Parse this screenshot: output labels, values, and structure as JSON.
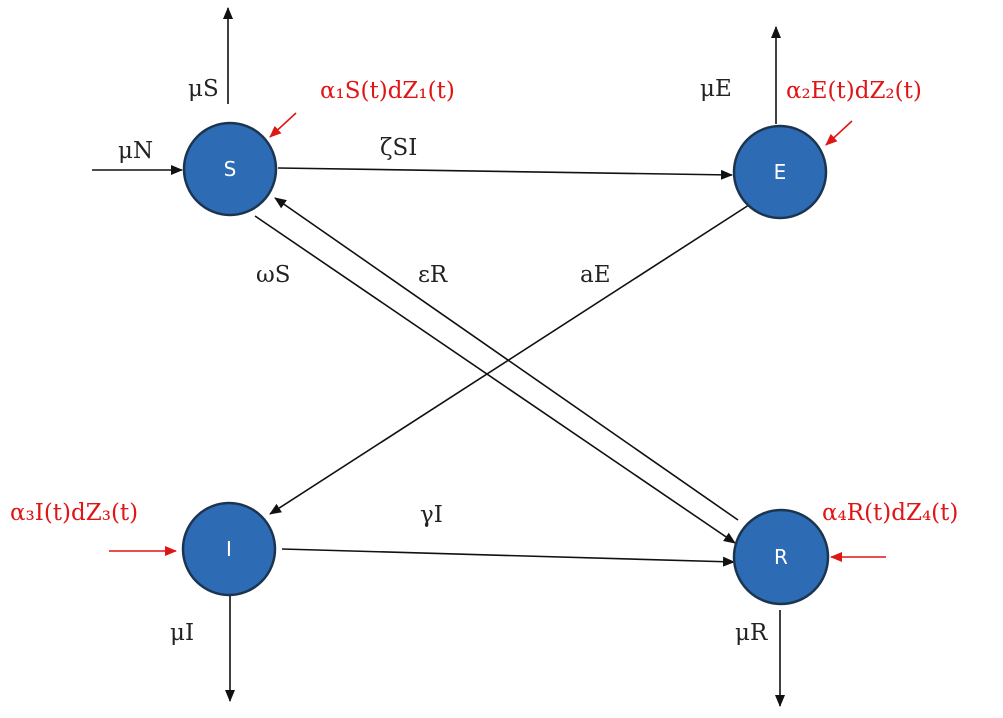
{
  "diagram": {
    "nodes": {
      "S": {
        "label": "S",
        "color": "#2e6bb5"
      },
      "E": {
        "label": "E",
        "color": "#2e6bb5"
      },
      "I": {
        "label": "I",
        "color": "#2e6bb5"
      },
      "R": {
        "label": "R",
        "color": "#2e6bb5"
      }
    },
    "rates": {
      "mu_N": "μN",
      "mu_S": "μS",
      "mu_E": "μE",
      "mu_I": "μI",
      "mu_R": "μR",
      "zeta_SI": "ζSI",
      "omega_S": "ωS",
      "epsilon_R": "εR",
      "a_E": "aE",
      "gamma_I": "γI"
    },
    "noise_terms": {
      "S": "α₁S(t)dZ₁(t)",
      "E": "α₂E(t)dZ₂(t)",
      "I": "α₃I(t)dZ₃(t)",
      "R": "α₄R(t)dZ₄(t)"
    },
    "colors": {
      "edge": "#111111",
      "noise": "#e01515",
      "node_fill": "#2e6bb5"
    }
  }
}
